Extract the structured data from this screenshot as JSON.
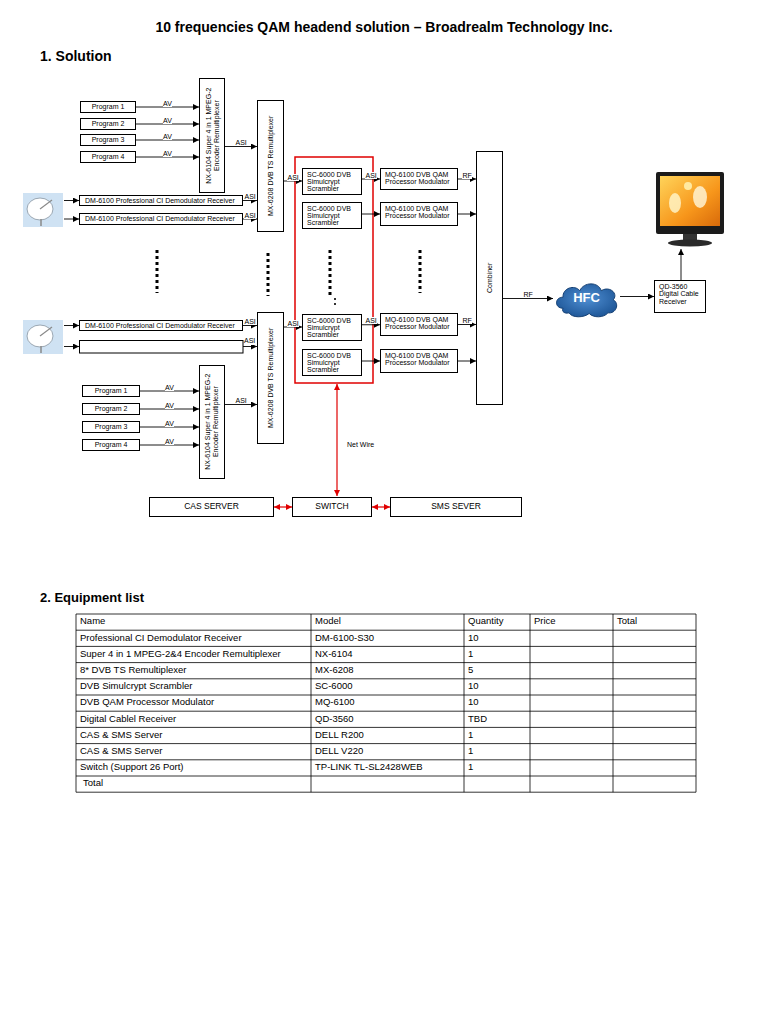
{
  "diagram": {
    "title": "10 frequencies QAM headend solution – Broadrealm Technology Inc.",
    "nodes": [
      {
        "text": [
          "Program 1"
        ]
      },
      {
        "text": [
          "Program 2"
        ]
      },
      {
        "text": [
          "Program 3"
        ]
      },
      {
        "text": [
          "Program 4"
        ]
      },
      {
        "text": [
          "NX-6104 Super 4 in 1 MPEG-2 Encoder Remultiplexer"
        ]
      },
      {
        "text": [
          "MX-6208 DVB TS Remultiplexer"
        ]
      },
      {
        "text": [
          "DM-6100 Professional CI Demodulator Receiver"
        ]
      },
      {
        "text": [
          "DM-6100 Professional CI Demodulator Receiver"
        ]
      },
      {
        "text": [
          "SC-6000 DVB Simulcrypt Scrambler"
        ]
      },
      {
        "text": [
          "MQ-6100 DVB QAM Processor Modulator"
        ]
      },
      {
        "text": [
          "SC-6000 DVB Simulcrypt Scrambler"
        ]
      },
      {
        "text": [
          "MQ-6100 DVB QAM Processor Modulator"
        ]
      },
      {
        "text": [
          "Combiner"
        ]
      },
      {
        "text": [
          "HFC"
        ]
      },
      {
        "text": [
          "QD-3560 Digital Cable Receiver"
        ]
      },
      {
        "text": [
          "DM-6100 Professional CI Demodulator Receiver"
        ]
      },
      {
        "text": [
          "MX-6208 DVB TS Remultiplexer"
        ]
      },
      {
        "text": [
          "SC-6000 DVB Simulcrypt Scrambler"
        ]
      },
      {
        "text": [
          "MQ-6100 DVB QAM Processor Modulator"
        ]
      },
      {
        "text": [
          "SC-6000 DVB Simulcrypt Scrambler"
        ]
      },
      {
        "text": [
          "MQ-6100 DVB QAM Processor Modulator"
        ]
      },
      {
        "text": [
          "Program 1"
        ]
      },
      {
        "text": [
          "Program 2"
        ]
      },
      {
        "text": [
          "Program 3"
        ]
      },
      {
        "text": [
          "Program 4"
        ]
      },
      {
        "text": [
          "NX-6104 Super 4 in 1 MPEG-2 Encoder Remultiplexer"
        ]
      },
      {
        "text": [
          "CAS SERVER"
        ]
      },
      {
        "text": [
          "SWITCH"
        ]
      },
      {
        "text": [
          "SMS SEVER"
        ]
      }
    ],
    "edges": [
      {
        "from": 0,
        "to": 4,
        "arrow": "to",
        "label": "AV"
      },
      {
        "from": 1,
        "to": 4,
        "arrow": "to",
        "label": "AV"
      },
      {
        "from": 2,
        "to": 4,
        "arrow": "to",
        "label": "AV"
      },
      {
        "from": 3,
        "to": 4,
        "arrow": "to",
        "label": "AV"
      },
      {
        "from": 4,
        "to": 5,
        "arrow": "to",
        "label": "ASI"
      },
      {
        "from": 6,
        "to": 5,
        "arrow": "to",
        "label": "ASI"
      },
      {
        "from": 7,
        "to": 5,
        "arrow": "to",
        "label": "ASI"
      },
      {
        "from": 5,
        "to": 8,
        "arrow": "to",
        "label": "ASI"
      },
      {
        "from": 8,
        "to": 9,
        "arrow": "to",
        "label": "ASI"
      },
      {
        "from": 10,
        "to": 11,
        "arrow": "to"
      },
      {
        "from": 9,
        "to": 12,
        "arrow": "to",
        "label": "RF"
      },
      {
        "from": 11,
        "to": 12,
        "arrow": "to"
      },
      {
        "from": 12,
        "to": 13,
        "arrow": "to",
        "label": "RF"
      },
      {
        "from": 13,
        "to": 14,
        "arrow": "to"
      },
      {
        "from": 15,
        "to": 16,
        "arrow": "to",
        "label": "ASI"
      },
      {
        "from": 16,
        "to": 17,
        "arrow": "to",
        "label": "ASI"
      },
      {
        "from": 17,
        "to": 18,
        "arrow": "to",
        "label": "ASI"
      },
      {
        "from": 19,
        "to": 20,
        "arrow": "to"
      },
      {
        "from": 18,
        "to": 12,
        "arrow": "to",
        "label": "RF"
      },
      {
        "from": 20,
        "to": 12,
        "arrow": "to"
      },
      {
        "from": 21,
        "to": 25,
        "arrow": "to",
        "label": "AV"
      },
      {
        "from": 22,
        "to": 25,
        "arrow": "to",
        "label": "AV"
      },
      {
        "from": 23,
        "to": 25,
        "arrow": "to",
        "label": "AV"
      },
      {
        "from": 24,
        "to": 25,
        "arrow": "to",
        "label": "AV"
      },
      {
        "from": 25,
        "to": 16,
        "arrow": "to",
        "label": "ASI"
      },
      {
        "from": 26,
        "to": 27,
        "arrow": "both"
      },
      {
        "from": 27,
        "to": 28,
        "arrow": "both"
      }
    ],
    "labels": [
      "1. Solution",
      "ASI",
      "Net Wire",
      "2. Equipment list",
      "Name",
      "Model",
      "Quantity",
      "Price",
      "Total",
      "Professional CI Demodulator Receiver",
      "DM-6100-S30",
      "10",
      "Super 4 in 1 MPEG-2&4 Encoder Remultiplexer",
      "NX-6104",
      "1",
      "8* DVB TS Remultiplexer",
      "MX-6208",
      "5",
      "DVB Simulcrypt Scrambler",
      "SC-6000",
      "10",
      "DVB QAM Processor Modulator",
      "MQ-6100",
      "10",
      "Digital Cablel Receiver",
      "QD-3560",
      "TBD",
      "CAS & SMS Server",
      "DELL R200",
      "1",
      "CAS & SMS Server",
      "DELL V220",
      "1",
      "Switch (Support 26 Port)",
      "TP-LINK TL-SL2428WEB",
      "1",
      "Total"
    ]
  }
}
